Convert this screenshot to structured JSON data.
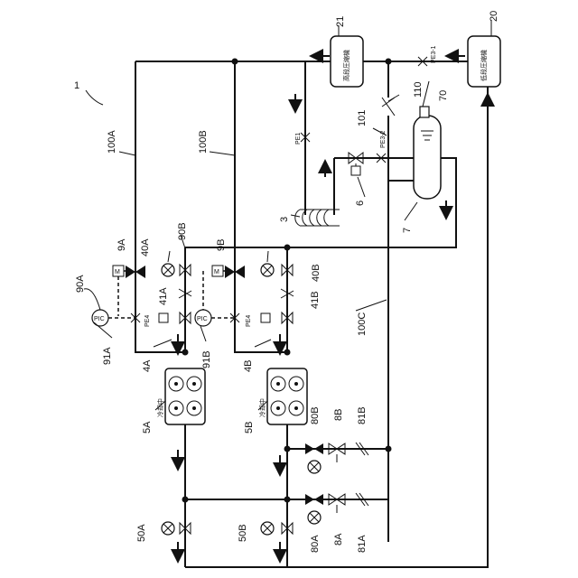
{
  "labels": {
    "system": "1",
    "line_100a": "100A",
    "line_100b": "100B",
    "line_100c": "100C",
    "low_stage_compressor_num": "20",
    "high_stage_compressor_num": "21",
    "low_stage_compressor_text": "低段圧縮機",
    "high_stage_compressor_text": "高段圧縮機",
    "check_valve_110": "110",
    "pipe_101": "101",
    "vessel_70": "70",
    "tank_7": "7",
    "heat_exchanger_3": "3",
    "expansion_valve_6": "6",
    "pe1": "PE1",
    "pe3_1": "PE3-1",
    "pe3_2": "PE3-2",
    "pe4_a": "PE4",
    "pe4_b": "PE4",
    "controller_90a": "90A",
    "controller_90b": "90B",
    "pic_91a_num": "91A",
    "pic_91b_num": "91B",
    "pic_text_a": "PIC",
    "pic_text_b": "PIC",
    "valve_9a": "9A",
    "valve_9b": "9B",
    "motor_a": "M",
    "motor_b": "M",
    "valve_40a": "40A",
    "valve_40b": "40B",
    "check_41a": "41A",
    "check_41b": "41B",
    "node_4a": "4A",
    "node_4b": "4B",
    "cooler_5a": "5A",
    "cooler_5b": "5B",
    "cooling_text_a": "冷却中",
    "cooling_text_b": "冷却中",
    "valve_50a": "50A",
    "valve_50b": "50B",
    "valve_80a": "80A",
    "valve_80b": "80B",
    "valve_8a": "8A",
    "valve_8b": "8B",
    "check_81a": "81A",
    "check_81b": "81B"
  }
}
